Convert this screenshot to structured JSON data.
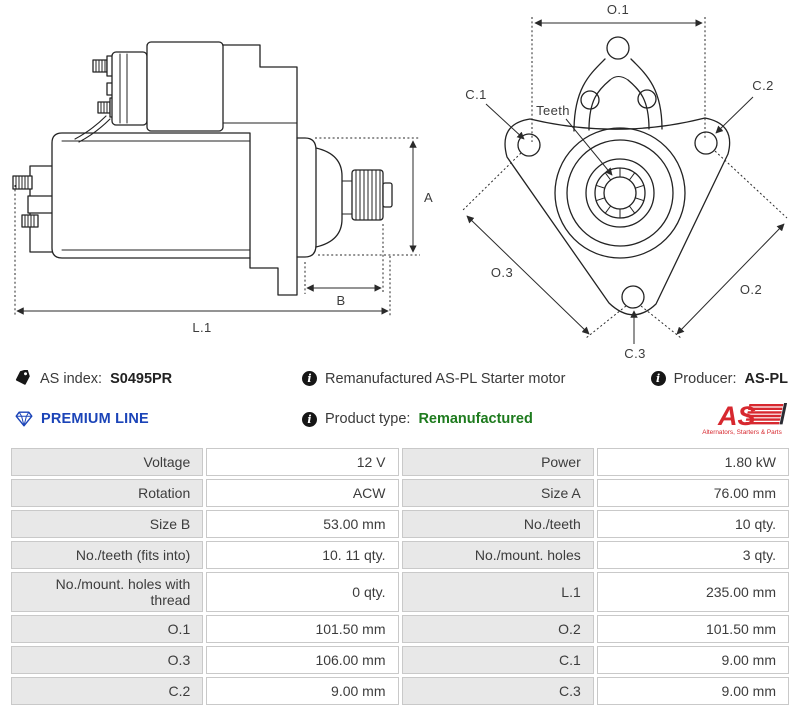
{
  "diagram": {
    "side_view": {
      "dim_a": "A",
      "dim_b": "B",
      "dim_l1": "L.1"
    },
    "front_view": {
      "dim_o1": "O.1",
      "dim_o2": "O.2",
      "dim_o3": "O.3",
      "dim_c1": "C.1",
      "dim_c2": "C.2",
      "dim_c3": "C.3",
      "teeth": "Teeth"
    }
  },
  "info": {
    "as_index": {
      "label": "AS index:",
      "value": "S0495PR"
    },
    "description": "Remanufactured AS-PL Starter motor",
    "producer": {
      "label": "Producer:",
      "value": "AS-PL"
    },
    "premium_line": "PREMIUM LINE",
    "product_type": {
      "label": "Product type:",
      "value": "Remanufactured"
    },
    "info_glyph": "i",
    "logo": {
      "text": "AS",
      "tagline": "Alternators, Starters & Parts"
    }
  },
  "colors": {
    "premium_blue": "#1b44b8",
    "product_type_green": "#1e7b1e",
    "brand_red": "#d7282f",
    "table_label_bg": "#e8e8e8",
    "table_border": "#c9c9c9"
  },
  "spec_table": {
    "rows": [
      {
        "l1": "Voltage",
        "v1": "12 V",
        "l2": "Power",
        "v2": "1.80 kW"
      },
      {
        "l1": "Rotation",
        "v1": "ACW",
        "l2": "Size A",
        "v2": "76.00 mm"
      },
      {
        "l1": "Size B",
        "v1": "53.00 mm",
        "l2": "No./teeth",
        "v2": "10 qty."
      },
      {
        "l1": "No./teeth (fits into)",
        "v1": "10. 11 qty.",
        "l2": "No./mount. holes",
        "v2": "3 qty."
      },
      {
        "l1": "No./mount. holes with thread",
        "v1": "0 qty.",
        "l2": "L.1",
        "v2": "235.00 mm"
      },
      {
        "l1": "O.1",
        "v1": "101.50 mm",
        "l2": "O.2",
        "v2": "101.50 mm"
      },
      {
        "l1": "O.3",
        "v1": "106.00 mm",
        "l2": "C.1",
        "v2": "9.00 mm"
      },
      {
        "l1": "C.2",
        "v1": "9.00 mm",
        "l2": "C.3",
        "v2": "9.00 mm"
      }
    ]
  }
}
